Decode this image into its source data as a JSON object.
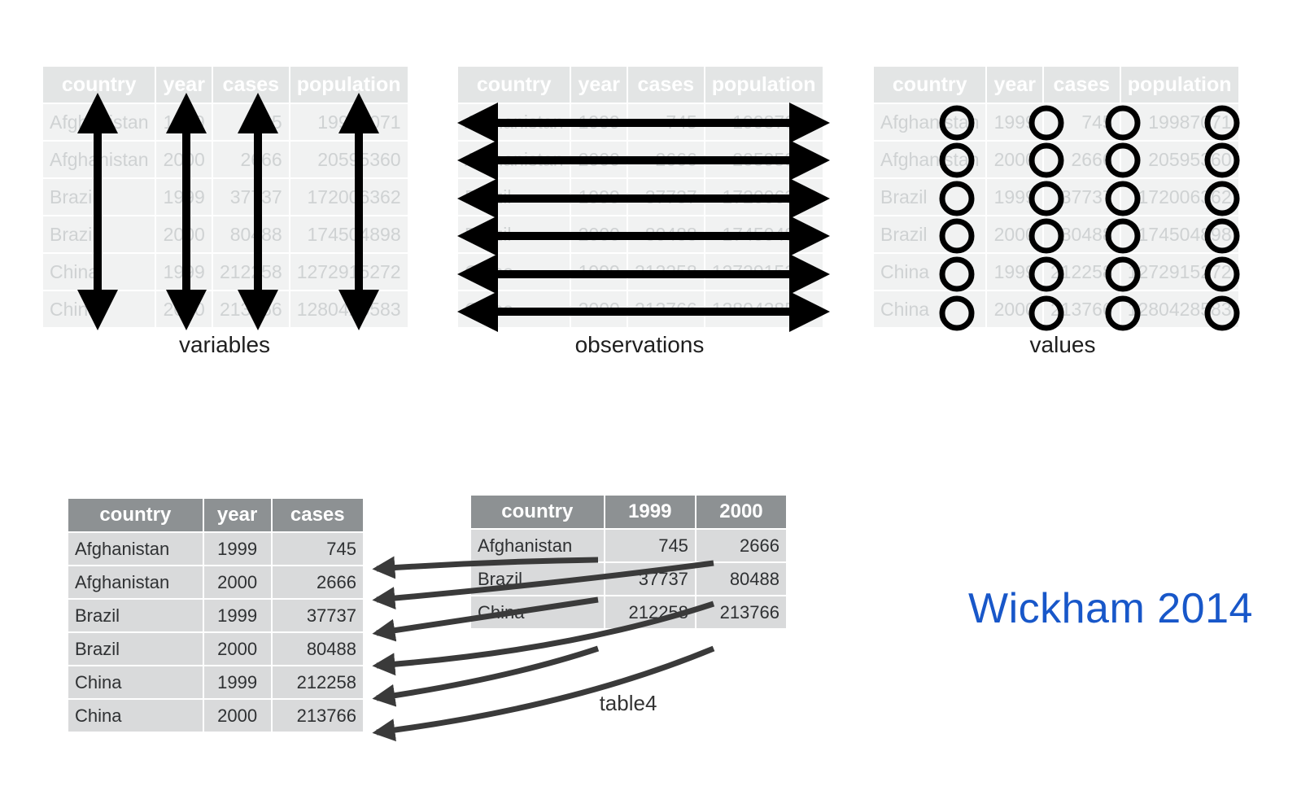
{
  "columns": [
    "country",
    "year",
    "cases",
    "population"
  ],
  "rows": [
    [
      "Afghanistan",
      "1999",
      "745",
      "19987071"
    ],
    [
      "Afghanistan",
      "2000",
      "2666",
      "20595360"
    ],
    [
      "Brazil",
      "1999",
      "37737",
      "172006362"
    ],
    [
      "Brazil",
      "2000",
      "80488",
      "174504898"
    ],
    [
      "China",
      "1999",
      "212258",
      "1272915272"
    ],
    [
      "China",
      "2000",
      "213766",
      "1280428583"
    ]
  ],
  "labels": {
    "variables": "variables",
    "observations": "observations",
    "values": "values"
  },
  "long_table": {
    "columns": [
      "country",
      "year",
      "cases"
    ],
    "rows": [
      [
        "Afghanistan",
        "1999",
        "745"
      ],
      [
        "Afghanistan",
        "2000",
        "2666"
      ],
      [
        "Brazil",
        "1999",
        "37737"
      ],
      [
        "Brazil",
        "2000",
        "80488"
      ],
      [
        "China",
        "1999",
        "212258"
      ],
      [
        "China",
        "2000",
        "213766"
      ]
    ]
  },
  "wide_table": {
    "name": "table4",
    "columns": [
      "country",
      "1999",
      "2000"
    ],
    "rows": [
      [
        "Afghanistan",
        "745",
        "2666"
      ],
      [
        "Brazil",
        "37737",
        "80488"
      ],
      [
        "China",
        "212258",
        "213766"
      ]
    ]
  },
  "credit": "Wickham 2014",
  "colors": {
    "credit": "#1857c9",
    "arrows": "#000000",
    "pivot_arrows": "#3a3a3a"
  }
}
